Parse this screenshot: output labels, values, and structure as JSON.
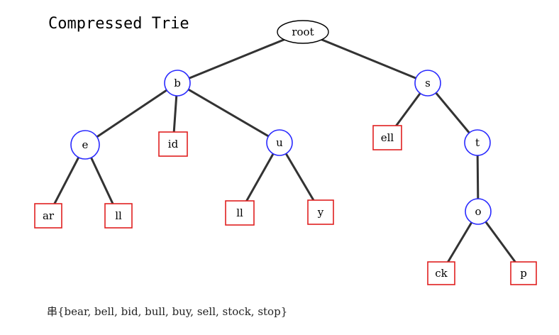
{
  "title": "Compressed Trie",
  "caption": "串{bear, bell, bid, bull, buy, sell, stock, stop}",
  "colors": {
    "inner_node_border": "#2a2aff",
    "leaf_border": "#e02020",
    "edge": "#333333",
    "root_border": "#000000"
  },
  "nodes": [
    {
      "id": "root",
      "label": "root",
      "kind": "root"
    },
    {
      "id": "b",
      "label": "b",
      "kind": "inner"
    },
    {
      "id": "s",
      "label": "s",
      "kind": "inner"
    },
    {
      "id": "e",
      "label": "e",
      "kind": "inner"
    },
    {
      "id": "id",
      "label": "id",
      "kind": "leaf"
    },
    {
      "id": "u",
      "label": "u",
      "kind": "inner"
    },
    {
      "id": "ell",
      "label": "ell",
      "kind": "leaf"
    },
    {
      "id": "t",
      "label": "t",
      "kind": "inner"
    },
    {
      "id": "ar",
      "label": "ar",
      "kind": "leaf"
    },
    {
      "id": "e_ll",
      "label": "ll",
      "kind": "leaf"
    },
    {
      "id": "u_ll",
      "label": "ll",
      "kind": "leaf"
    },
    {
      "id": "y",
      "label": "y",
      "kind": "leaf"
    },
    {
      "id": "o",
      "label": "o",
      "kind": "inner"
    },
    {
      "id": "ck",
      "label": "ck",
      "kind": "leaf"
    },
    {
      "id": "p",
      "label": "p",
      "kind": "leaf"
    }
  ],
  "edges": [
    [
      "root",
      "b"
    ],
    [
      "root",
      "s"
    ],
    [
      "b",
      "e"
    ],
    [
      "b",
      "id"
    ],
    [
      "b",
      "u"
    ],
    [
      "s",
      "ell"
    ],
    [
      "s",
      "t"
    ],
    [
      "e",
      "ar"
    ],
    [
      "e",
      "e_ll"
    ],
    [
      "u",
      "u_ll"
    ],
    [
      "u",
      "y"
    ],
    [
      "t",
      "o"
    ],
    [
      "o",
      "ck"
    ],
    [
      "o",
      "p"
    ]
  ]
}
